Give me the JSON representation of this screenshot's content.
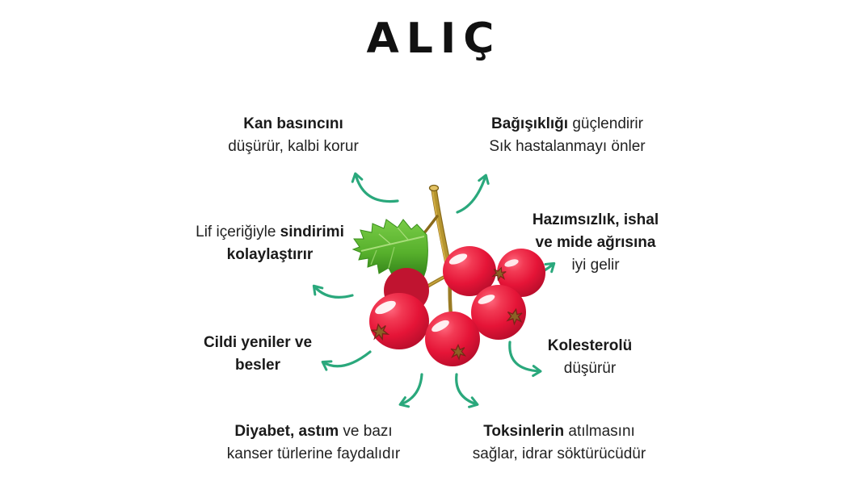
{
  "title": "ALIÇ",
  "subject": "Alıç (hawthorn) health benefits infographic",
  "colors": {
    "background": "#ffffff",
    "arrow_green": "#2aa87c",
    "berry_red": "#e51437",
    "berry_dark_red": "#b30d2a",
    "leaf_green": "#57b02c",
    "stem_brown": "#9a7b24",
    "text": "#222222"
  },
  "center_illustration": {
    "name": "hawthorn-berries-illustration",
    "description": "Cluster of red hawthorn berries with star calyxes, golden stem and serrated green leaf"
  },
  "arrows": {
    "color": "#2aa87c",
    "items": [
      {
        "name": "arrow-to-kan-basinci",
        "direction": "up-left"
      },
      {
        "name": "arrow-to-bagisiklik",
        "direction": "up-right"
      },
      {
        "name": "arrow-to-hazimsizlik",
        "direction": "right-up"
      },
      {
        "name": "arrow-to-sindirim",
        "direction": "left-up"
      },
      {
        "name": "arrow-to-cilt",
        "direction": "left"
      },
      {
        "name": "arrow-to-kolesterol",
        "direction": "right-down"
      },
      {
        "name": "arrow-to-diyabet",
        "direction": "down-left"
      },
      {
        "name": "arrow-to-toksin",
        "direction": "down-right"
      }
    ]
  },
  "benefits": [
    {
      "id": "kan-basinci",
      "position": "top-left",
      "lines": [
        [
          {
            "t": "Kan basıncını",
            "b": true
          }
        ],
        [
          {
            "t": "düşürür, kalbi korur",
            "b": false
          }
        ]
      ]
    },
    {
      "id": "bagisiklik",
      "position": "top-right",
      "lines": [
        [
          {
            "t": "Bağışıklığı",
            "b": true
          },
          {
            "t": " güçlendirir",
            "b": false
          }
        ],
        [
          {
            "t": "Sık hastalanmayı önler",
            "b": false
          }
        ]
      ]
    },
    {
      "id": "sindirim",
      "position": "middle-left",
      "lines": [
        [
          {
            "t": "Lif içeriğiyle ",
            "b": false
          },
          {
            "t": "sindirimi",
            "b": true
          }
        ],
        [
          {
            "t": "kolaylaştırır",
            "b": true
          }
        ]
      ]
    },
    {
      "id": "hazimsizlik",
      "position": "middle-right",
      "lines": [
        [
          {
            "t": "Hazımsızlık, ishal",
            "b": true
          }
        ],
        [
          {
            "t": "ve mide ağrısına",
            "b": true
          }
        ],
        [
          {
            "t": "iyi gelir",
            "b": false
          }
        ]
      ]
    },
    {
      "id": "cilt",
      "position": "lower-left",
      "lines": [
        [
          {
            "t": "Cildi yeniler ve",
            "b": true
          }
        ],
        [
          {
            "t": "besler",
            "b": true
          }
        ]
      ]
    },
    {
      "id": "kolesterol",
      "position": "lower-right",
      "lines": [
        [
          {
            "t": "Kolesterolü",
            "b": true
          }
        ],
        [
          {
            "t": "düşürür",
            "b": false
          }
        ]
      ]
    },
    {
      "id": "diyabet",
      "position": "bottom-left",
      "lines": [
        [
          {
            "t": "Diyabet, astım",
            "b": true
          },
          {
            "t": " ve bazı",
            "b": false
          }
        ],
        [
          {
            "t": "kanser türlerine faydalıdır",
            "b": false
          }
        ]
      ]
    },
    {
      "id": "toksin",
      "position": "bottom-right",
      "lines": [
        [
          {
            "t": "Toksinlerin",
            "b": true
          },
          {
            "t": " atılmasını",
            "b": false
          }
        ],
        [
          {
            "t": "sağlar, idrar söktürücüdür",
            "b": false
          }
        ]
      ]
    }
  ]
}
